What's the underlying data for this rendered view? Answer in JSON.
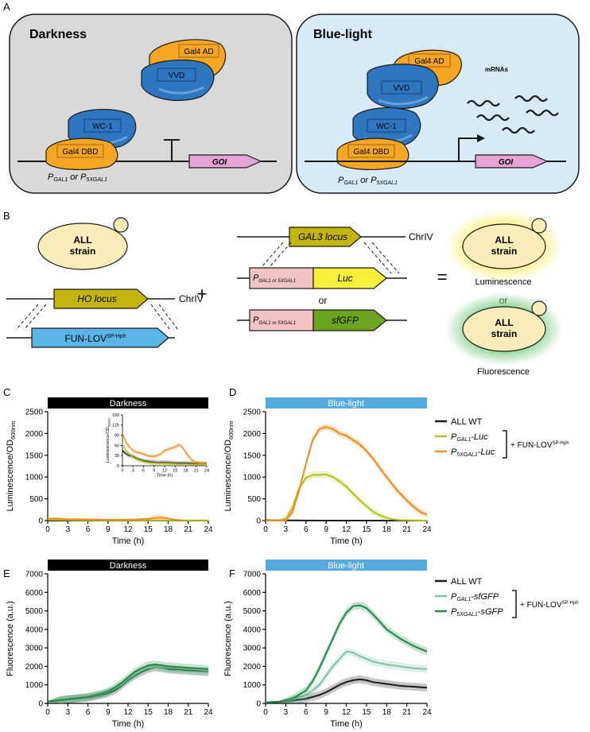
{
  "panel_labels": {
    "a": "A",
    "b": "B",
    "c": "C",
    "d": "D",
    "e": "E",
    "f": "F"
  },
  "panel_a": {
    "dark_title": "Darkness",
    "light_title": "Blue-light",
    "gal4_ad": "Gal4 AD",
    "vvd": "VVD",
    "wc1": "WC-1",
    "gal4_dbd": "Gal4 DBD",
    "goi": "GOI",
    "promoter_a": "P",
    "promoter_a_sub": "GAL1",
    "promoter_or": " or P",
    "promoter_b_sub": "5XGAL1",
    "mrnas": "mRNAs",
    "colors": {
      "dark_bg": "#d9d9d9",
      "light_bg": "#d7ebf6",
      "orange": "#f5a623",
      "blue": "#2f76c0",
      "goi": "#e6a4d6"
    }
  },
  "panel_b": {
    "strain_l1": "ALL",
    "strain_l2": "strain",
    "ho_locus": "HO locus",
    "chr_left": "ChrIV",
    "fun_lov": "FUN-LOV",
    "fun_lov_sup": "SP-Hph",
    "plus": "+",
    "gal3_locus": "GAL3 locus",
    "chr_right": "ChrIV",
    "promoter_box_p": "P",
    "promoter_box_sub": "GAL1 or 5XGAL1",
    "luc": "Luc",
    "or": "or",
    "sfgfp": "sfGFP",
    "equals": "=",
    "luminescence": "Luminescence",
    "or2": "or",
    "fluorescence": "Fluorescence"
  },
  "legend_lum": {
    "wt": "ALL WT",
    "s1_p": "P",
    "s1_sub": "GAL1",
    "s1_suffix": "-Luc",
    "s2_p": "P",
    "s2_sub": "5XGAL1",
    "s2_suffix": "-Luc",
    "bracket": "+ FUN-LOV",
    "bracket_sup": "SP-Hph"
  },
  "legend_fl": {
    "wt": "ALL WT",
    "s1_p": "P",
    "s1_sub": "GAL1",
    "s1_suffix": "-sfGFP",
    "s2_p": "P",
    "s2_sub": "5XGAL1",
    "s2_suffix": "-sGFP",
    "bracket": "+ FUN-LOV",
    "bracket_sup": "SP-Hph"
  },
  "chart_data": [
    {
      "panel": "C",
      "type": "line",
      "condition": "Darkness",
      "xlabel": "Time (h)",
      "ylabel": "Luminescence/OD600nm",
      "xlim": [
        0,
        24
      ],
      "ylim": [
        0,
        2500
      ],
      "xticks": [
        0,
        3,
        6,
        9,
        12,
        15,
        18,
        21,
        24
      ],
      "yticks": [
        0,
        500,
        1000,
        1500,
        2000,
        2500
      ],
      "series": [
        {
          "name": "ALL WT",
          "color": "#1a1a1a",
          "x": [
            0,
            4,
            8,
            12,
            16,
            20,
            24
          ],
          "y": [
            0,
            0,
            0,
            0,
            0,
            0,
            0
          ]
        },
        {
          "name": "PGAL1-Luc",
          "color": "#b8c21e",
          "x": [
            0,
            4,
            8,
            12,
            16,
            20,
            24
          ],
          "y": [
            20,
            10,
            5,
            5,
            5,
            5,
            5
          ]
        },
        {
          "name": "P5XGAL1-Luc",
          "color": "#f08a1c",
          "x": [
            0,
            1,
            3,
            5,
            7,
            9,
            11,
            13,
            15,
            16,
            17,
            18,
            19,
            20
          ],
          "y": [
            40,
            50,
            30,
            30,
            25,
            20,
            20,
            25,
            40,
            60,
            70,
            50,
            20,
            10
          ]
        }
      ],
      "inset": {
        "xlabel": "Time (h)",
        "ylabel": "Luminescence/OD600nm",
        "xlim": [
          0,
          24
        ],
        "ylim": [
          0,
          150
        ],
        "xticks": [
          0,
          3,
          6,
          9,
          12,
          15,
          18,
          21,
          24
        ],
        "yticks": [
          0,
          30,
          60,
          90,
          120,
          150
        ],
        "series": [
          {
            "name": "ALL WT",
            "color": "#1a1a1a",
            "x": [
              0,
              1,
              2,
              3,
              4,
              5,
              6,
              8,
              10,
              12,
              14,
              16,
              18,
              20,
              22,
              24
            ],
            "y": [
              45,
              35,
              30,
              28,
              22,
              18,
              15,
              12,
              10,
              10,
              9,
              8,
              8,
              7,
              7,
              6
            ]
          },
          {
            "name": "PGAL1-Luc",
            "color": "#b8c21e",
            "x": [
              0,
              1,
              2,
              3,
              4,
              6,
              8,
              10,
              12,
              15,
              18,
              21,
              24
            ],
            "y": [
              65,
              45,
              35,
              25,
              20,
              12,
              8,
              6,
              5,
              5,
              4,
              4,
              4
            ]
          },
          {
            "name": "P5XGAL1-Luc",
            "color": "#f08a1c",
            "x": [
              0,
              1,
              2,
              3,
              4,
              5,
              6,
              7,
              8,
              9,
              10,
              11,
              12,
              13,
              14,
              15,
              16,
              17,
              18,
              19,
              20,
              21,
              22,
              23,
              24
            ],
            "y": [
              95,
              70,
              55,
              45,
              40,
              38,
              35,
              30,
              28,
              28,
              30,
              35,
              45,
              48,
              52,
              55,
              62,
              55,
              40,
              25,
              15,
              10,
              8,
              6,
              5
            ]
          }
        ]
      }
    },
    {
      "panel": "D",
      "type": "line",
      "condition": "Blue-light",
      "xlabel": "Time (h)",
      "ylabel": "Luminescence/OD600nm",
      "xlim": [
        0,
        24
      ],
      "ylim": [
        0,
        2500
      ],
      "xticks": [
        0,
        3,
        6,
        9,
        12,
        15,
        18,
        21,
        24
      ],
      "yticks": [
        0,
        500,
        1000,
        1500,
        2000,
        2500
      ],
      "series": [
        {
          "name": "ALL WT",
          "color": "#1a1a1a",
          "x": [
            0,
            4,
            8,
            12,
            16,
            20,
            24
          ],
          "y": [
            10,
            5,
            0,
            0,
            0,
            0,
            0
          ]
        },
        {
          "name": "PGAL1-Luc",
          "color": "#b8c21e",
          "x": [
            0,
            2,
            3,
            4,
            5,
            6,
            7,
            8,
            9,
            10,
            11,
            12,
            13,
            14,
            15,
            16,
            17,
            18,
            19,
            20,
            22,
            24
          ],
          "y": [
            0,
            10,
            50,
            300,
            750,
            980,
            1050,
            1050,
            1060,
            1000,
            900,
            780,
            620,
            470,
            330,
            200,
            120,
            60,
            30,
            15,
            5,
            0
          ]
        },
        {
          "name": "P5XGAL1-Luc",
          "color": "#f08a1c",
          "x": [
            0,
            3,
            4,
            5,
            6,
            7,
            8,
            9,
            10,
            11,
            12,
            13,
            14,
            15,
            16,
            17,
            18,
            19,
            20,
            21,
            22,
            23,
            24
          ],
          "y": [
            0,
            0,
            200,
            700,
            1300,
            1850,
            2100,
            2150,
            2100,
            2000,
            1950,
            1850,
            1750,
            1600,
            1420,
            1200,
            1000,
            800,
            620,
            460,
            320,
            200,
            130
          ]
        }
      ]
    },
    {
      "panel": "E",
      "type": "line",
      "condition": "Darkness",
      "xlabel": "Time (h)",
      "ylabel": "Fluorescence (a.u.)",
      "xlim": [
        0,
        24
      ],
      "ylim": [
        0,
        7000
      ],
      "xticks": [
        0,
        3,
        6,
        9,
        12,
        15,
        18,
        21,
        24
      ],
      "yticks": [
        0,
        1000,
        2000,
        3000,
        4000,
        5000,
        6000,
        7000
      ],
      "series": [
        {
          "name": "ALL WT",
          "color": "#1a1a1a",
          "x": [
            0,
            2,
            4,
            6,
            8,
            9,
            10,
            11,
            12,
            13,
            14,
            15,
            16,
            17,
            18,
            20,
            22,
            24
          ],
          "y": [
            100,
            180,
            250,
            320,
            450,
            550,
            700,
            950,
            1250,
            1500,
            1700,
            1850,
            1950,
            1900,
            1850,
            1800,
            1750,
            1700
          ]
        },
        {
          "name": "PGAL1-sfGFP",
          "color": "#7cc4a2",
          "x": [
            0,
            2,
            4,
            6,
            8,
            9,
            10,
            11,
            12,
            13,
            14,
            15,
            16,
            17,
            18,
            20,
            22,
            24
          ],
          "y": [
            100,
            180,
            250,
            330,
            480,
            600,
            780,
            1000,
            1300,
            1550,
            1750,
            1900,
            1950,
            1900,
            1800,
            1750,
            1700,
            1680
          ]
        },
        {
          "name": "P5XGAL1-sGFP",
          "color": "#1e8a44",
          "x": [
            0,
            2,
            4,
            6,
            8,
            9,
            10,
            11,
            12,
            13,
            14,
            15,
            16,
            17,
            18,
            20,
            22,
            24
          ],
          "y": [
            100,
            180,
            260,
            350,
            520,
            650,
            850,
            1100,
            1400,
            1700,
            1900,
            2050,
            2100,
            2050,
            2000,
            1950,
            1900,
            1850
          ]
        }
      ]
    },
    {
      "panel": "F",
      "type": "line",
      "condition": "Blue-light",
      "xlabel": "Time (h)",
      "ylabel": "Fluorescence (a.u.)",
      "xlim": [
        0,
        24
      ],
      "ylim": [
        0,
        7000
      ],
      "xticks": [
        0,
        3,
        6,
        9,
        12,
        15,
        18,
        21,
        24
      ],
      "yticks": [
        0,
        1000,
        2000,
        3000,
        4000,
        5000,
        6000,
        7000
      ],
      "series": [
        {
          "name": "ALL WT",
          "color": "#1a1a1a",
          "x": [
            0,
            2,
            4,
            6,
            8,
            9,
            10,
            11,
            12,
            13,
            14,
            15,
            16,
            18,
            20,
            22,
            24
          ],
          "y": [
            50,
            80,
            150,
            250,
            450,
            600,
            800,
            1000,
            1150,
            1250,
            1300,
            1250,
            1150,
            1050,
            950,
            900,
            850
          ]
        },
        {
          "name": "PGAL1-sfGFP",
          "color": "#7cc4a2",
          "x": [
            0,
            2,
            4,
            6,
            7,
            8,
            9,
            10,
            11,
            12,
            13,
            14,
            15,
            16,
            18,
            20,
            22,
            24
          ],
          "y": [
            50,
            100,
            200,
            450,
            700,
            1000,
            1500,
            2000,
            2400,
            2800,
            2750,
            2550,
            2400,
            2250,
            2100,
            2000,
            1900,
            1850
          ]
        },
        {
          "name": "P5XGAL1-sGFP",
          "color": "#1e8a44",
          "x": [
            0,
            2,
            4,
            6,
            7,
            8,
            9,
            10,
            11,
            12,
            13,
            14,
            15,
            16,
            17,
            18,
            20,
            22,
            24
          ],
          "y": [
            50,
            100,
            250,
            700,
            1200,
            1900,
            2700,
            3500,
            4300,
            4900,
            5250,
            5300,
            5150,
            4800,
            4400,
            4000,
            3500,
            3100,
            2800
          ]
        }
      ]
    }
  ]
}
